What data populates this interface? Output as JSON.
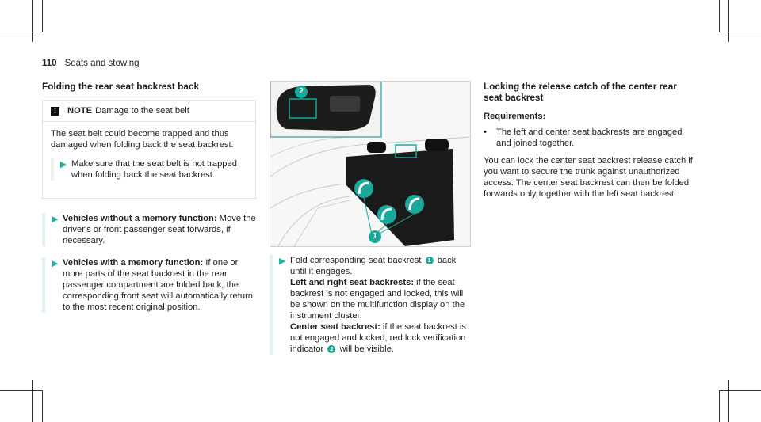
{
  "header": {
    "page_number": "110",
    "section": "Seats and stowing"
  },
  "col1": {
    "title": "Folding the rear seat backrest back",
    "note": {
      "icon": "warning-icon",
      "label": "NOTE",
      "title": "Damage to the seat belt",
      "text": "The seat belt could become trapped and thus damaged when folding back the seat backrest.",
      "step": "Make sure that the seat belt is not trapped when folding back the seat backrest."
    },
    "step1_bold": "Vehicles without a memory function:",
    "step1_text": " Move the driver's or front passenger seat forwards, if necessary.",
    "step2_bold": "Vehicles with a memory function:",
    "step2_text": " If one or more parts of the seat backrest in the rear passenger compartment are folded back, the corresponding front seat will automatically return to the most recent original position."
  },
  "figure": {
    "callout1": "1",
    "callout2": "2",
    "accent": "#1aa89b"
  },
  "col2": {
    "step_a": "Fold corresponding seat backrest",
    "step_b": "back until it engages.",
    "left_right_bold": "Left and right seat backrests:",
    "left_right_text": " if the seat backrest is not engaged and locked, this will be shown on the multifunction display on the instrument cluster.",
    "center_bold": "Center seat backrest:",
    "center_text_a": " if the seat backrest is not engaged and locked, red lock verification indicator",
    "center_text_b": "will be visible."
  },
  "col3": {
    "title": "Locking the release catch of the center rear seat backrest",
    "req_label": "Requirements:",
    "req_item": "The left and center seat backrests are engaged and joined together.",
    "text": "You can lock the center seat backrest release catch if you want to secure the trunk against unauthorized access. The center seat backrest can then be folded forwards only together with the left seat backrest."
  }
}
